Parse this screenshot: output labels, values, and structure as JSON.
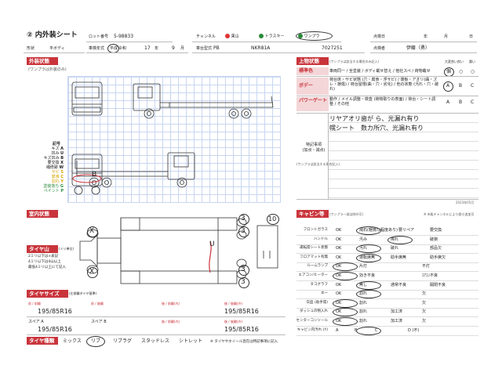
{
  "header": {
    "number": "②",
    "title": "内外装シート",
    "lot_label": "ロット番号",
    "lot_no": "5-98833",
    "channel_label": "チャンネル",
    "channels": [
      "東山",
      "トラスキー",
      "ワンプラ"
    ],
    "channel_colors": [
      "#d33",
      "#2a8a3a",
      "#2a8a3a"
    ],
    "checker_label": "点検日",
    "date_year": "年",
    "date_month": "月",
    "date_day": "日",
    "shape_label": "形状",
    "shape_value": "平ボディ",
    "year_label": "車検年式",
    "era_heisei": "平成",
    "era_reiwa": "令和",
    "year_value": "17",
    "year_unit": "年",
    "month_value": "9",
    "month_unit": "月",
    "model_label": "車台型式",
    "model_prefix": "PB",
    "model_value": "NKR81A",
    "chassis_no": "7027251",
    "inspector_label": "点検者",
    "inspector_name": "伊藤（勇）"
  },
  "exterior": {
    "heading": "外装状態",
    "note": "(ワンプラは外装のみ)",
    "legend": [
      {
        "code": "A",
        "label": "キズ",
        "color": "#222"
      },
      {
        "code": "U",
        "label": "凹み",
        "color": "#222"
      },
      {
        "code": "B",
        "label": "キズ凹み",
        "color": "#222"
      },
      {
        "code": "X",
        "label": "要交換",
        "color": "#222"
      },
      {
        "code": "W",
        "label": "補修跡",
        "color": "#222"
      },
      {
        "code": "S",
        "label": "サビ",
        "color": "#d9a400"
      },
      {
        "code": "C",
        "label": "腐食",
        "color": "#d9a400"
      },
      {
        "code": "Y",
        "label": "割れ",
        "color": "#d9a400"
      },
      {
        "code": "G",
        "label": "塗装落ち",
        "color": "#2a8a3a"
      },
      {
        "code": "P",
        "label": "ペイント",
        "color": "#2a8a3a"
      }
    ],
    "legend_title": "記号",
    "mark_b": "B"
  },
  "upper": {
    "heading": "上物状態",
    "note": "(ワンプラは該当する場合のみ記入)",
    "col_headers": [
      "大変良い",
      "良い",
      "悪い"
    ],
    "rows": [
      {
        "label": "標準色",
        "text": "車両同一 / 全塗装 / ボディ載せ替え / 他社スペ / 荷物載せ",
        "grades": [
          "個",
          "○",
          "○"
        ]
      },
      {
        "label": "ボデー",
        "text": "荷台床・サビ状態 (穴・腐食・浮サビ) / 側板・アオリ(曲・ズレ・損傷) / 荷台屋根(曲・穴・劣化) / 他の状態 (汚れ・穴・破れ)",
        "grades": [
          "A",
          "B",
          "C"
        ]
      },
      {
        "label": "パワーゲート",
        "text": "動作 / メイル調整・検査 (荷物取りの表面) / 荷台・シート調整 / その他",
        "grades": [
          "A",
          "B",
          "C"
        ]
      }
    ],
    "remarks_label": "特記事項\n(加点・減点)",
    "remarks_note": "(ワンプラは該当する場合記入)",
    "remarks": [
      "リヤアオリ歯が ら、光漏れ有り",
      "幌シート　数カ所穴、光漏れ有り"
    ],
    "code_no": "2023年05月"
  },
  "interior": {
    "heading": "室内状態",
    "mark_10": "10",
    "mark_3": "3",
    "mark_x": "X",
    "mark_u": "U"
  },
  "tire_state": {
    "heading": "タイヤ山",
    "unit": "(ミリ単位)",
    "notes": [
      "2ミリ以下は×表記",
      "4ミリ以下は4山以上",
      "最低4ミリ以上にて記入"
    ]
  },
  "tire_size": {
    "heading": "タイヤサイズ",
    "note": "(左前輪タイヤ基準)",
    "cols": [
      "前 / 前輪",
      "前 / 後輪",
      "後 / 前輪(内)",
      "後 / 後輪(外)"
    ],
    "spare_a_label": "スペア A",
    "spare_b_label": "スペア B",
    "values": [
      "195/85R16",
      "195/85R16",
      "195/85R16",
      "195/85R16"
    ]
  },
  "tire_type": {
    "heading": "タイヤ種類",
    "options": [
      "ミックス",
      "リブ",
      "リブラグ",
      "スタッドレス",
      "シトレット"
    ],
    "selected": "リブ",
    "footer": "※ タイヤやホイール混在は特記事項に記入"
  },
  "cabin": {
    "heading": "キャビン等",
    "note": "(ワンプラ一部は除外可)",
    "note_right": "※ 市販チャンネルにより個々追加可",
    "rows": [
      {
        "label": "フロントガラス",
        "opts": [
          "OK",
          "飛石(軽微な程度あり)",
          "要リペア",
          "要交換"
        ]
      },
      {
        "label": "ハンドル",
        "opts": [
          "OK",
          "汚み",
          "擦れ",
          "破損"
        ]
      },
      {
        "label": "運転席シート状態",
        "opts": [
          "OK",
          "汚れ",
          "破れ",
          "部品欠"
        ]
      },
      {
        "label": "フロアマット有無",
        "opts": [
          "OK",
          "運転席無",
          "助手席無",
          "助手席欠"
        ]
      },
      {
        "label": "ルームランプ",
        "opts": [
          "OK",
          "片灯",
          "不灯"
        ]
      },
      {
        "label": "エアコン/ヒーター",
        "opts": [
          "OK",
          "効き不良",
          "ｴｱｺﾝ不良"
        ]
      },
      {
        "label": "タコグラフ",
        "opts": [
          "OK",
          "無し",
          "通常不良",
          "開閉不良"
        ]
      },
      {
        "label": "ヰー",
        "opts": [
          "OK",
          "割れ",
          "欠"
        ]
      },
      {
        "label": "灰皿 (助手席)",
        "opts": [
          "OK",
          "割れ",
          "欠"
        ]
      },
      {
        "label": "ダッシュの物入れ",
        "opts": [
          "OK",
          "割れ",
          "加工済",
          "欠"
        ]
      },
      {
        "label": "センターコンソール",
        "opts": [
          "OK",
          "割れ",
          "加工済",
          "欠"
        ]
      },
      {
        "label": "キャビン内汚れ (Y)",
        "opts": [
          "A",
          "B",
          "C",
          "D (不)"
        ]
      }
    ]
  }
}
